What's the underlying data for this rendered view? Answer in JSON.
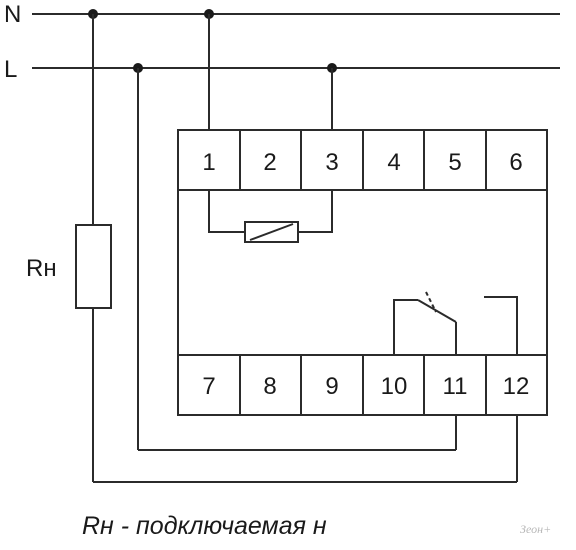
{
  "lines": {
    "neutral": "N",
    "live": "L"
  },
  "load_label": "Rн",
  "terminals_top": [
    "1",
    "2",
    "3",
    "4",
    "5",
    "6"
  ],
  "terminals_bottom": [
    "7",
    "8",
    "9",
    "10",
    "11",
    "12"
  ],
  "caption": "Rн - подключаемая н",
  "watermark": "Зеон+"
}
